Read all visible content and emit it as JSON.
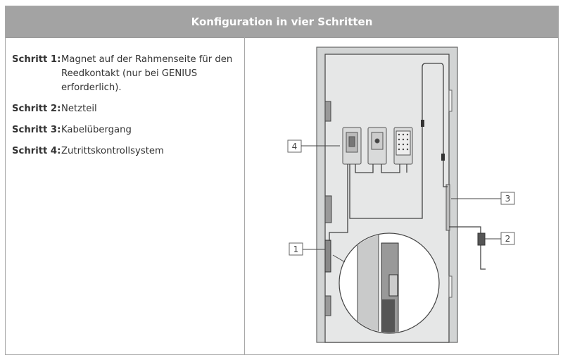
{
  "header": {
    "title": "Konfiguration in vier Schritten"
  },
  "steps": [
    {
      "key": "Schritt 1:",
      "text": "Magnet auf der Rahmenseite für den Reedkontakt (nur bei GENIUS erforderlich)."
    },
    {
      "key": "Schritt 2:",
      "text": "Netzteil"
    },
    {
      "key": "Schritt 3:",
      "text": "Kabelübergang"
    },
    {
      "key": "Schritt 4:",
      "text": "Zutrittskontrollsystem"
    }
  ],
  "diagram": {
    "callouts": [
      "1",
      "2",
      "3",
      "4"
    ]
  }
}
